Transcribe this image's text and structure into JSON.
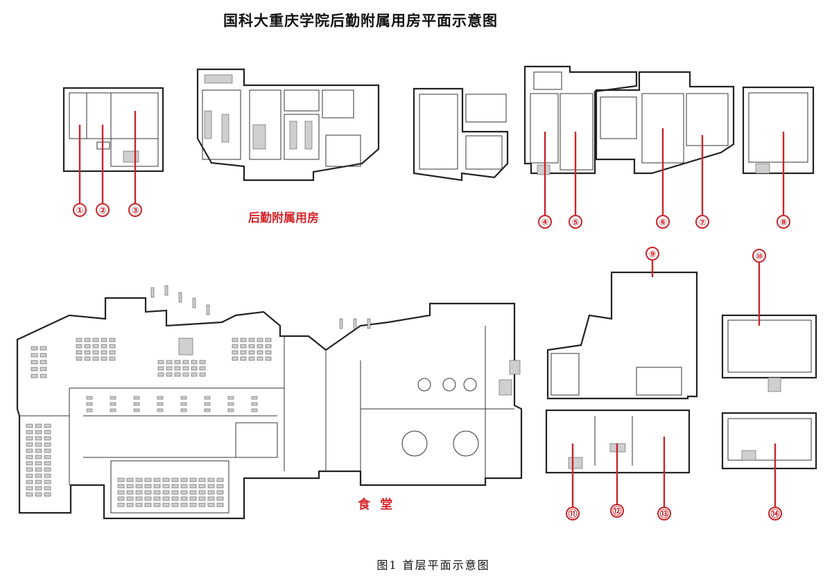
{
  "title": "国科大重庆学院后勤附属用房平面示意图",
  "label_aux": "后勤附属用房",
  "label_canteen": "食 堂",
  "caption": "图1   首层平面示意图",
  "markers": [
    "①",
    "②",
    "③",
    "④",
    "⑤",
    "⑥",
    "⑦",
    "⑧",
    "⑨",
    "⑩",
    "⑪",
    "⑫",
    "⑬",
    "⑭"
  ],
  "colors": {
    "marker": "#c9252b",
    "wall": "#222222"
  }
}
